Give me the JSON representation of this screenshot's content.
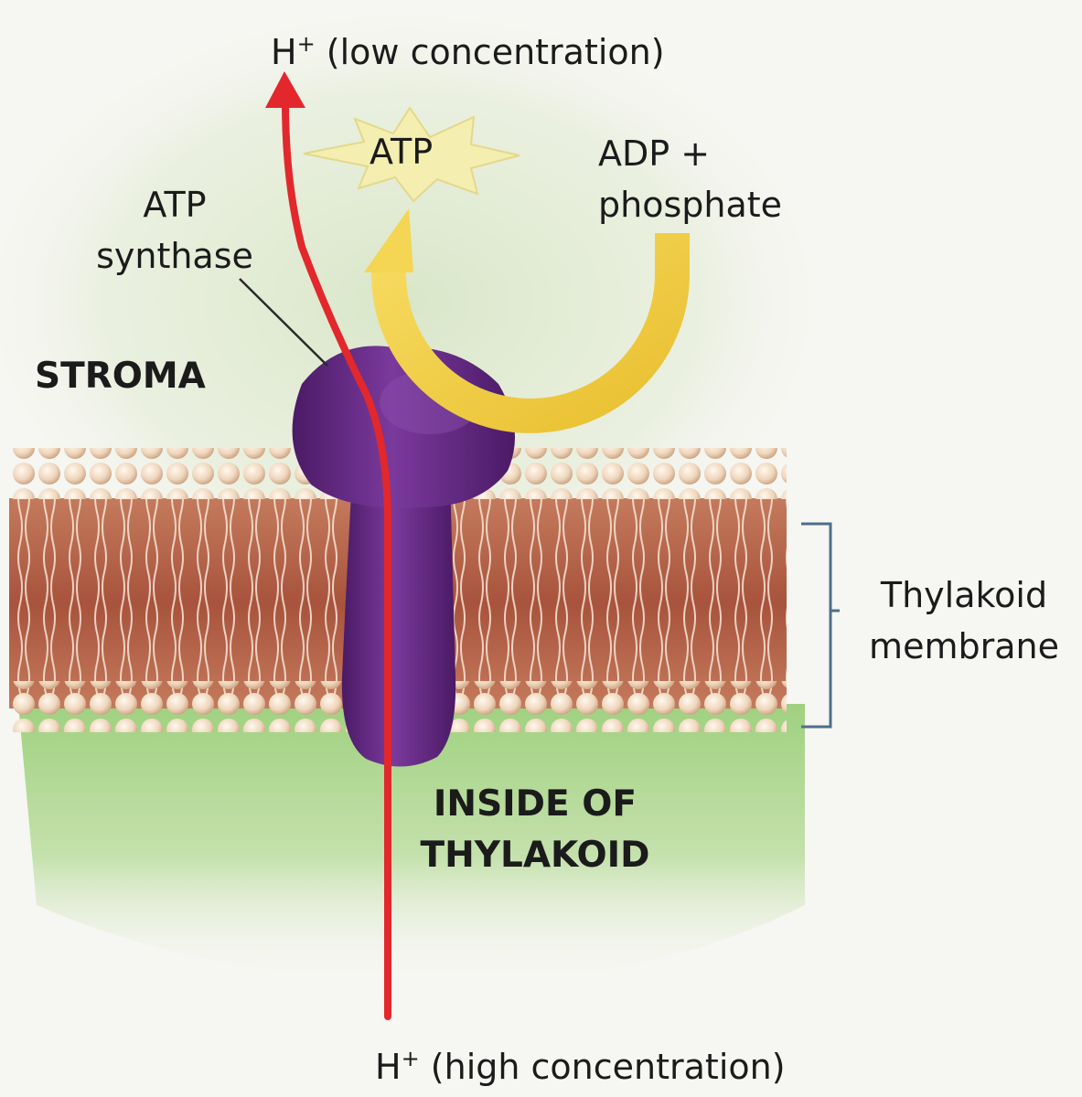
{
  "labels": {
    "h_low": {
      "ion": "H",
      "charge": "+",
      "text": "(low concentration)"
    },
    "h_high": {
      "ion": "H",
      "charge": "+",
      "text": "(high concentration)"
    },
    "atp": "ATP",
    "adp_line1": "ADP +",
    "adp_line2": "phosphate",
    "atp_synthase_line1": "ATP",
    "atp_synthase_line2": "synthase",
    "stroma": "STROMA",
    "inside_line1": "INSIDE OF",
    "inside_line2": "THYLAKOID",
    "membrane_line1": "Thylakoid",
    "membrane_line2": "membrane"
  },
  "colors": {
    "proton_arrow": "#e2282c",
    "synthase": "#6a2a8c",
    "atp_arrow": "#f3cf4a",
    "atp_burst": "#f4eeb0",
    "membrane_heads": "#f2dcc4",
    "membrane_tails": "#b5634a",
    "stroma": "#e3ecd4",
    "thylakoid_interior": "#a8d48c",
    "bracket": "#4d6e8c"
  }
}
